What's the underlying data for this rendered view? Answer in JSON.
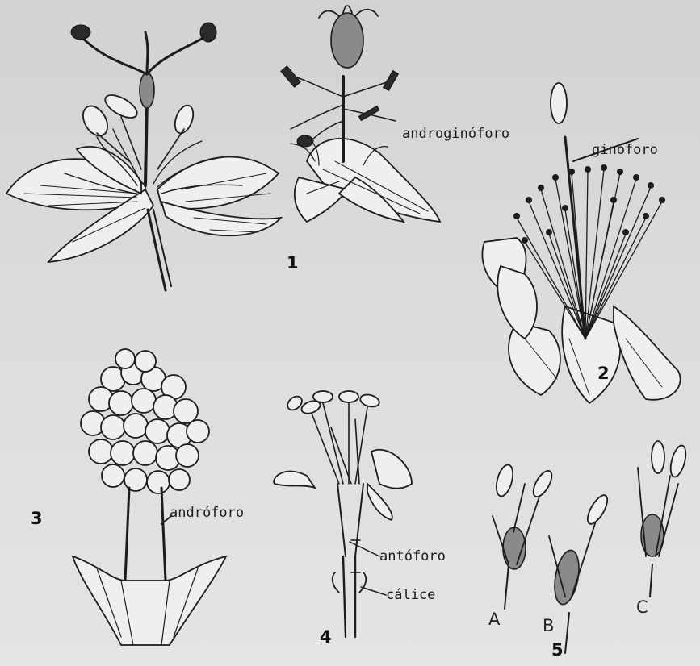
{
  "labels": {
    "androginoforo": "androginóforo",
    "ginoforo": "ginóforo",
    "androforo": "andróforo",
    "antoforo": "antóforo",
    "calice": "cálice"
  },
  "figure_numbers": [
    "1",
    "2",
    "3",
    "4",
    "5"
  ],
  "stage_letters": [
    "A",
    "B",
    "C"
  ]
}
